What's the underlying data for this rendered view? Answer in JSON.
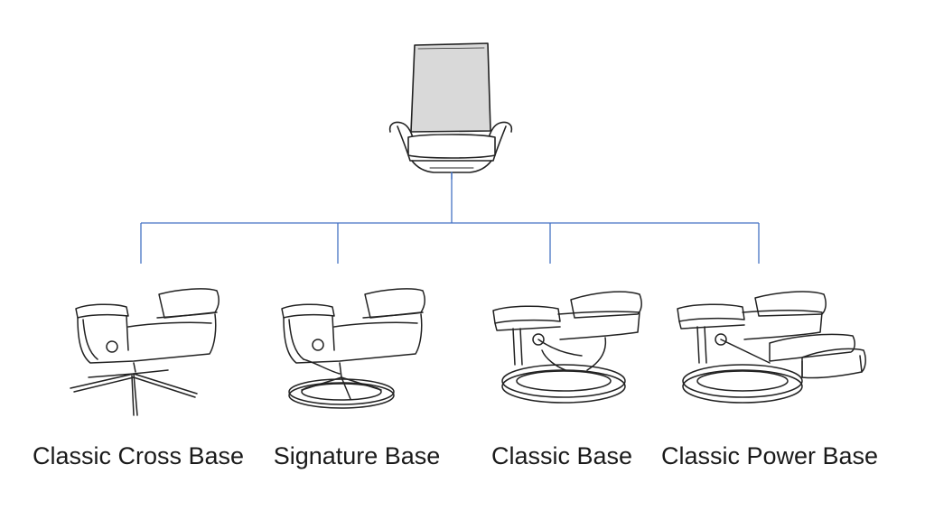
{
  "colors": {
    "connector": "#4472C4",
    "line_art": "#222222",
    "back_fill": "#d9d9d9"
  },
  "top_chair": {
    "icon": "high-back-chair-icon"
  },
  "bases": [
    {
      "label": "Classic Cross Base",
      "icon": "cross-base-recliner-icon"
    },
    {
      "label": "Signature Base",
      "icon": "signature-base-recliner-icon"
    },
    {
      "label": "Classic Base",
      "icon": "classic-base-recliner-icon"
    },
    {
      "label": "Classic Power Base",
      "icon": "power-base-recliner-icon"
    }
  ]
}
